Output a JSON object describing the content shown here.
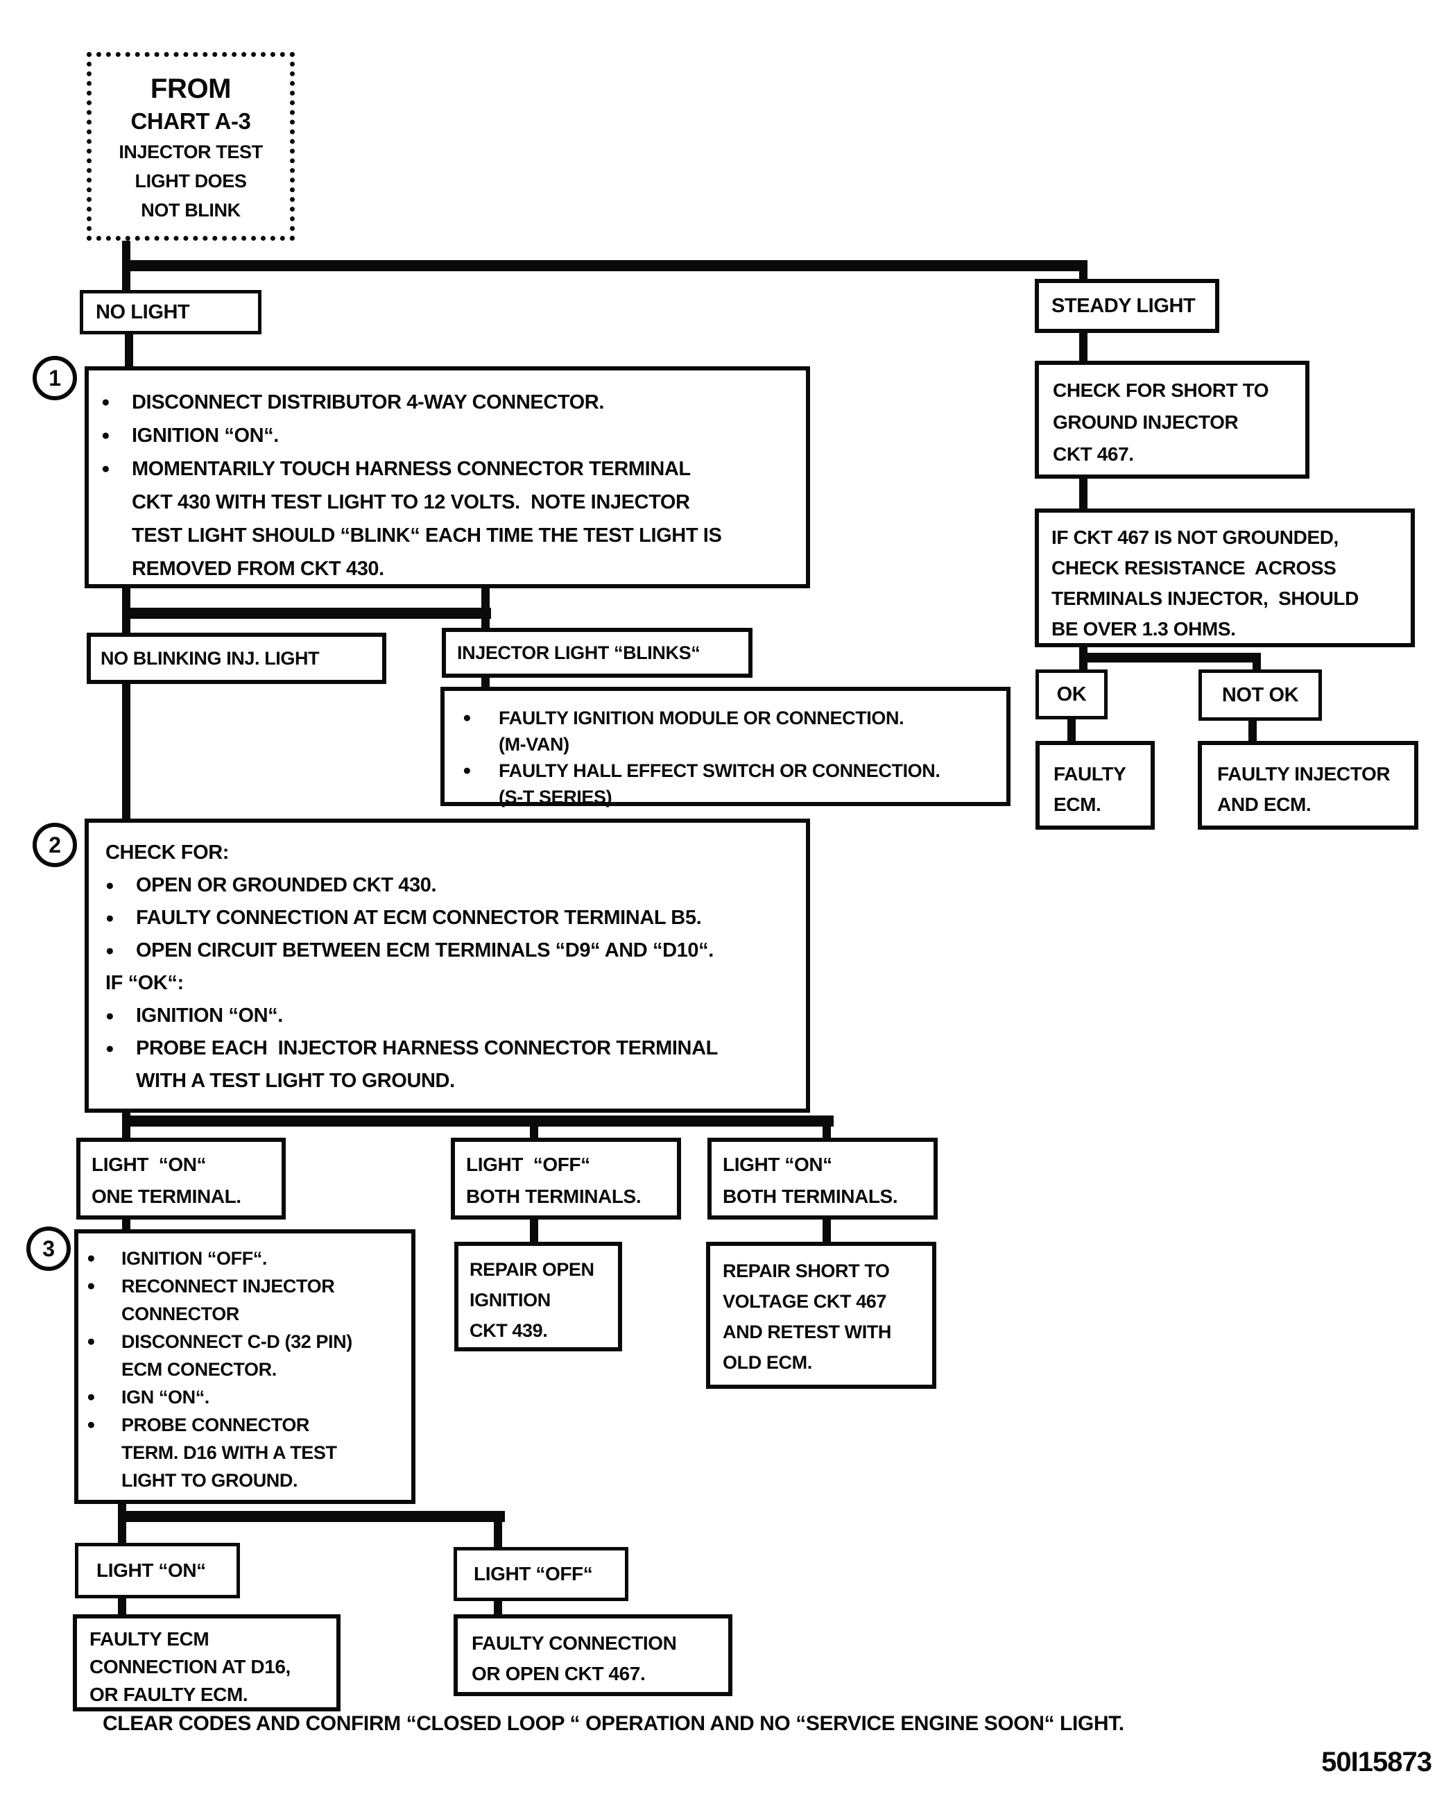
{
  "doc": {
    "bg": "#ffffff",
    "ink": "#0a0a0a",
    "footer_note": "CLEAR CODES AND CONFIRM “CLOSED LOOP “ OPERATION AND NO “SERVICE ENGINE SOON“ LIGHT.",
    "doc_number": "50I15873"
  },
  "ui": {
    "bullet": "●"
  },
  "start": {
    "lines": [
      "FROM",
      "CHART A-3",
      "INJECTOR TEST",
      "LIGHT DOES",
      "NOT BLINK"
    ]
  },
  "no_light": {
    "label": "NO LIGHT"
  },
  "steady_light": {
    "label": "STEADY LIGHT"
  },
  "step1": {
    "num": "1",
    "bullets": [
      [
        "DISCONNECT DISTRIBUTOR 4-WAY CONNECTOR."
      ],
      [
        "IGNITION “ON“."
      ],
      [
        "MOMENTARILY TOUCH HARNESS CONNECTOR TERMINAL",
        "CKT 430 WITH TEST LIGHT TO 12 VOLTS.  NOTE INJECTOR",
        "TEST LIGHT SHOULD “BLINK“ EACH TIME THE TEST LIGHT IS",
        "REMOVED FROM CKT 430."
      ]
    ]
  },
  "no_blink": {
    "label": "NO BLINKING INJ. LIGHT"
  },
  "blinks": {
    "label": "INJECTOR LIGHT “BLINKS“"
  },
  "module_note": {
    "bullets": [
      [
        "FAULTY IGNITION MODULE OR CONNECTION.",
        "(M-VAN)"
      ],
      [
        "FAULTY HALL EFFECT SWITCH OR CONNECTION.",
        "(S-T SERIES)"
      ]
    ]
  },
  "step2": {
    "num": "2",
    "heading": "CHECK FOR:",
    "bullets": [
      [
        "OPEN OR GROUNDED CKT 430."
      ],
      [
        "FAULTY CONNECTION AT ECM CONNECTOR TERMINAL B5."
      ],
      [
        "OPEN CIRCUIT BETWEEN ECM TERMINALS “D9“ AND “D10“."
      ]
    ],
    "subheading": "IF “OK“:",
    "bullets2": [
      [
        "IGNITION “ON“."
      ],
      [
        "PROBE EACH  INJECTOR HARNESS CONNECTOR TERMINAL",
        "WITH A TEST LIGHT TO GROUND."
      ]
    ]
  },
  "light_on_one": {
    "lines": [
      "LIGHT  “ON“",
      "ONE TERMINAL."
    ]
  },
  "light_off_both": {
    "lines": [
      "LIGHT  “OFF“",
      "BOTH TERMINALS."
    ]
  },
  "light_on_both": {
    "lines": [
      "LIGHT “ON“",
      "BOTH TERMINALS."
    ]
  },
  "step3": {
    "num": "3",
    "bullets": [
      [
        "IGNITION “OFF“."
      ],
      [
        "RECONNECT INJECTOR",
        "CONNECTOR"
      ],
      [
        "DISCONNECT C-D (32 PIN)",
        "ECM CONECTOR."
      ],
      [
        "IGN “ON“."
      ],
      [
        "PROBE CONNECTOR",
        "TERM. D16 WITH A TEST",
        "LIGHT TO GROUND."
      ]
    ]
  },
  "repair_open": {
    "lines": [
      "REPAIR OPEN",
      "IGNITION",
      "CKT 439."
    ]
  },
  "repair_short": {
    "lines": [
      "REPAIR SHORT TO",
      "VOLTAGE CKT 467",
      "AND RETEST WITH",
      "OLD ECM."
    ]
  },
  "light_on2": {
    "label": "LIGHT “ON“"
  },
  "light_off2": {
    "label": "LIGHT “OFF“"
  },
  "faulty_ecm_conn": {
    "lines": [
      "FAULTY ECM",
      "CONNECTION AT D16,",
      "OR FAULTY ECM."
    ]
  },
  "faulty_conn_open": {
    "lines": [
      "FAULTY CONNECTION",
      "OR OPEN CKT 467."
    ]
  },
  "check_short": {
    "lines": [
      "CHECK FOR SHORT TO",
      "GROUND INJECTOR",
      "CKT 467."
    ]
  },
  "if_ckt": {
    "lines": [
      "IF CKT 467 IS NOT GROUNDED,",
      "CHECK RESISTANCE  ACROSS",
      "TERMINALS INJECTOR,  SHOULD",
      "BE OVER 1.3 OHMS."
    ]
  },
  "ok": {
    "label": "OK"
  },
  "not_ok": {
    "label": "NOT OK"
  },
  "faulty_ecm": {
    "lines": [
      "FAULTY",
      "ECM."
    ]
  },
  "faulty_inj_ecm": {
    "lines": [
      "FAULTY INJECTOR",
      "AND ECM."
    ]
  }
}
